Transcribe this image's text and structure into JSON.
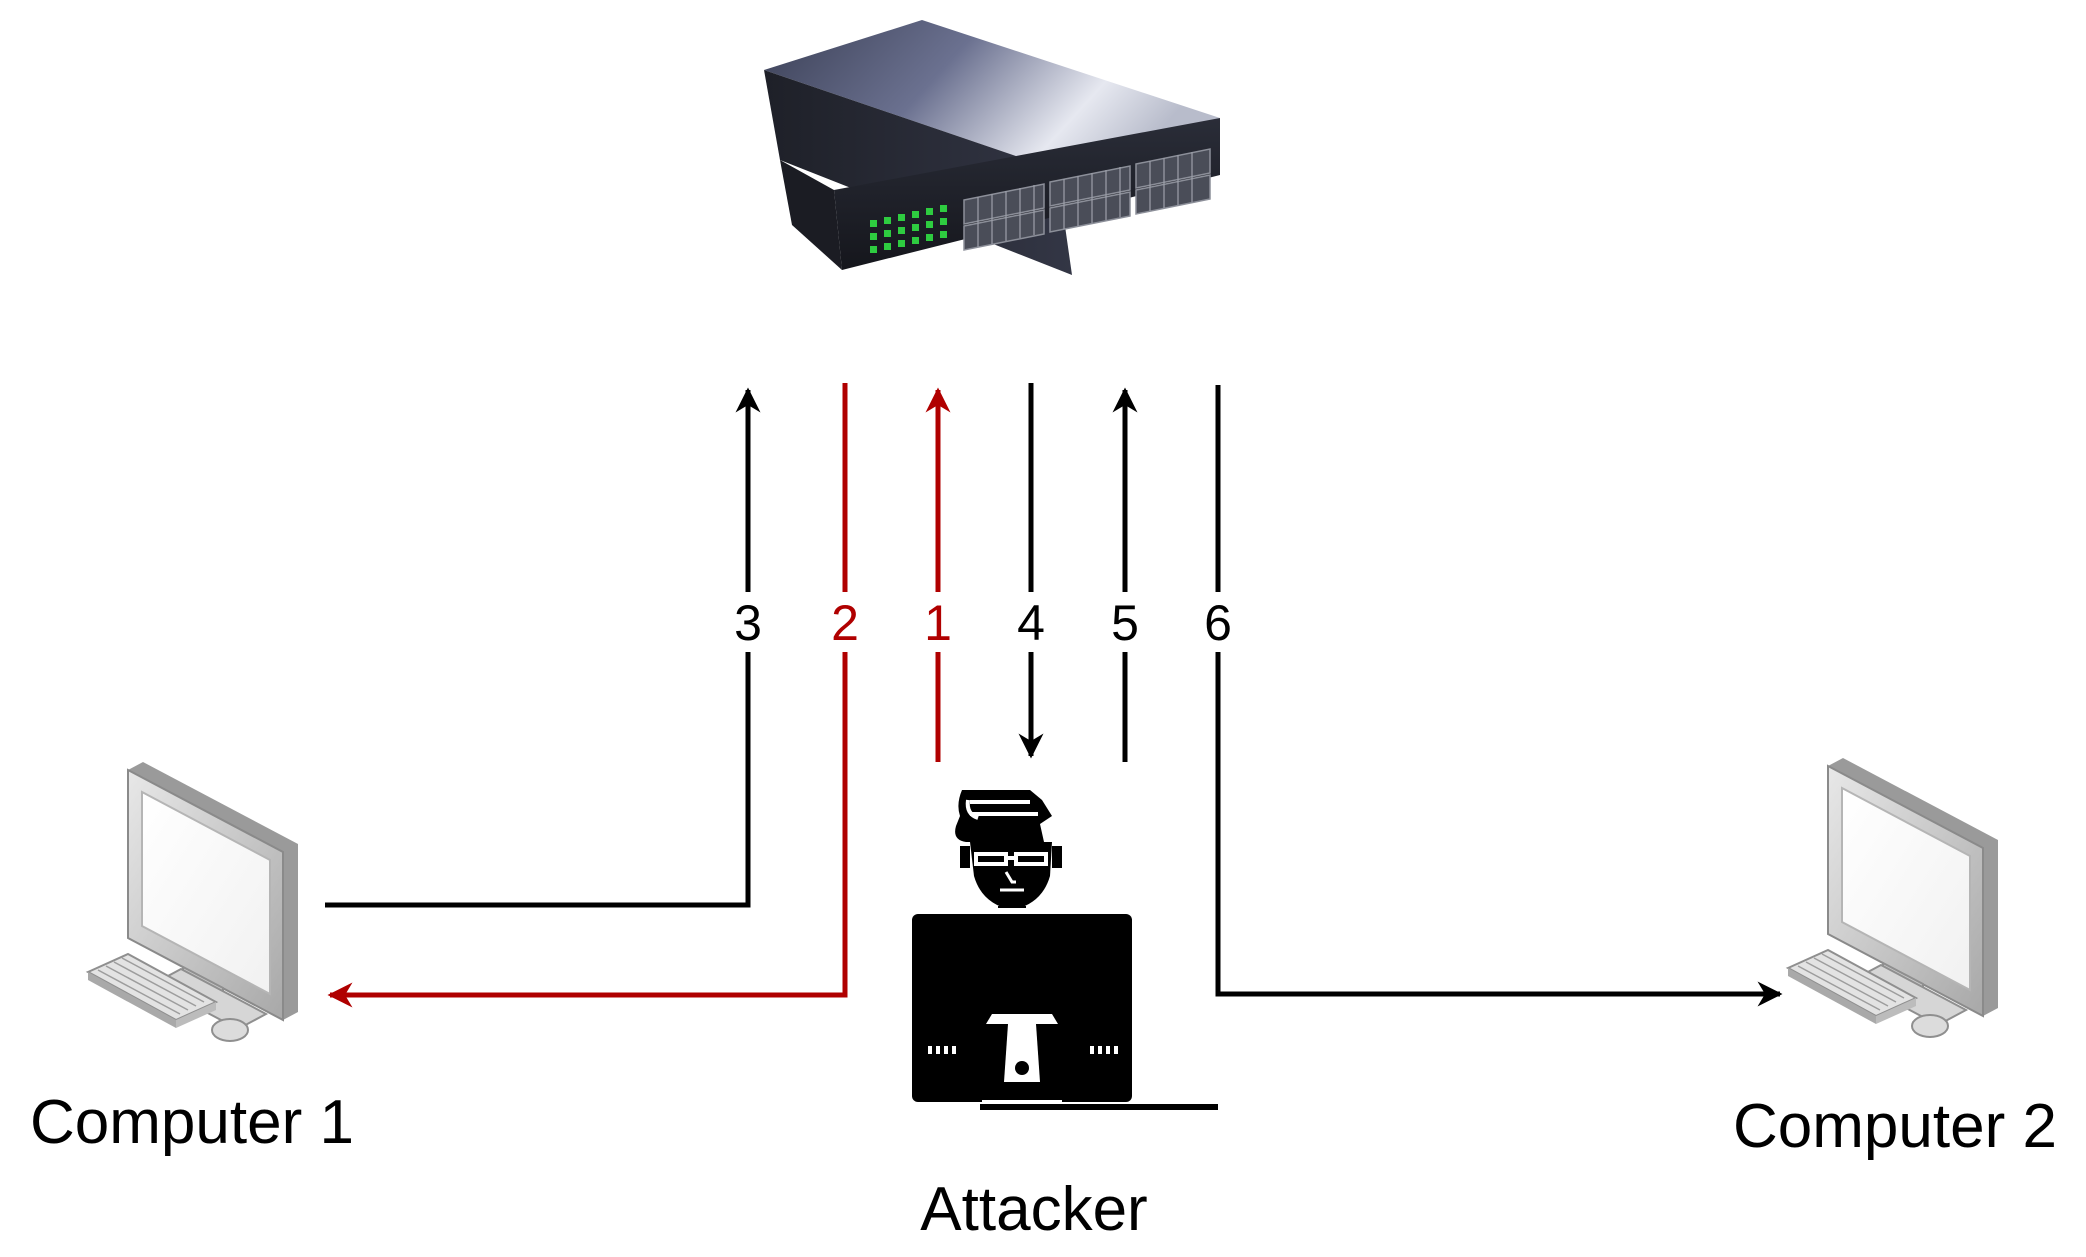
{
  "nodes": {
    "switch": {
      "name": "switch"
    },
    "computer1": {
      "label": "Computer 1"
    },
    "computer2": {
      "label": "Computer 2"
    },
    "attacker": {
      "label": "Attacker"
    }
  },
  "edges": [
    {
      "id": "edge-3",
      "label": "3",
      "color": "#000000"
    },
    {
      "id": "edge-2",
      "label": "2",
      "color": "#b00000"
    },
    {
      "id": "edge-1",
      "label": "1",
      "color": "#b00000"
    },
    {
      "id": "edge-4",
      "label": "4",
      "color": "#000000"
    },
    {
      "id": "edge-5",
      "label": "5",
      "color": "#000000"
    },
    {
      "id": "edge-6",
      "label": "6",
      "color": "#000000"
    }
  ],
  "colors": {
    "black": "#000000",
    "red": "#b00000",
    "led_green": "#2ecc40"
  }
}
